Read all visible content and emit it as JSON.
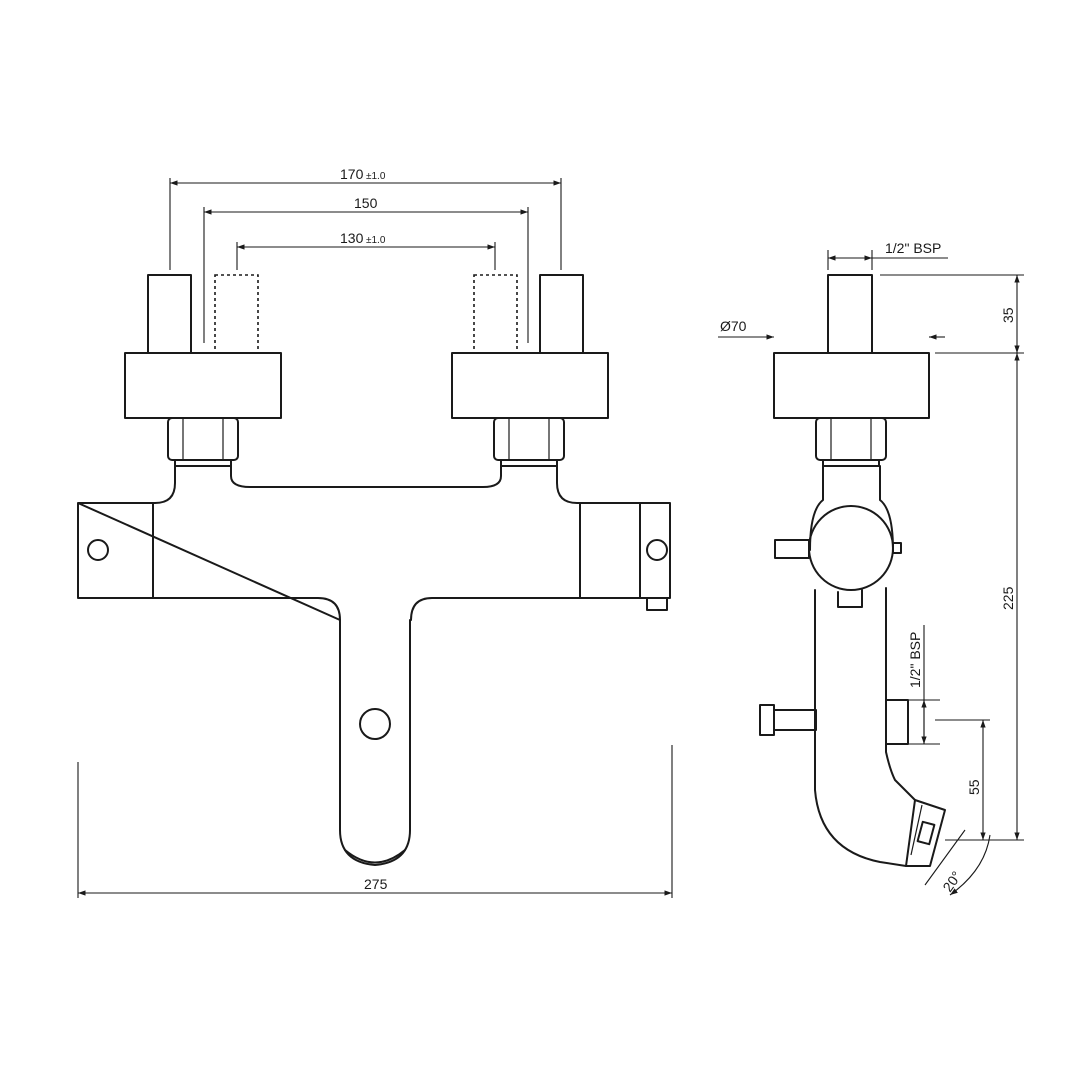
{
  "drawing": {
    "front_view": {
      "dim_outer": "170",
      "dim_outer_tol": "±1.0",
      "dim_middle": "150",
      "dim_inner": "130",
      "dim_inner_tol": "±1.0",
      "dim_width": "275"
    },
    "side_view": {
      "dim_inlet_thread": "1/2\" BSP",
      "dim_diameter": "Ø70",
      "dim_height_top": "35",
      "dim_height_main": "225",
      "dim_outlet_thread": "1/2\" BSP",
      "dim_spout": "55",
      "dim_angle": "20°"
    }
  }
}
